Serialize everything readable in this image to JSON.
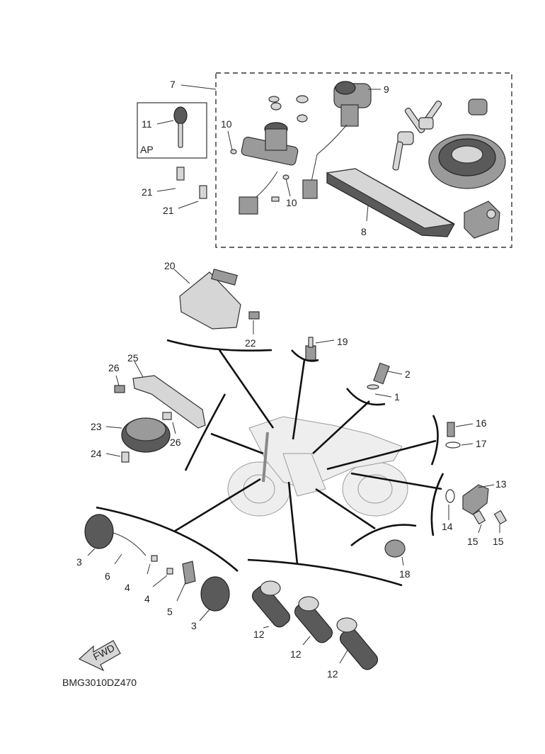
{
  "diagram_code": "BMG3010DZ470",
  "fwd_label": "FWD",
  "ap_label": "AP",
  "callouts": {
    "c1": "1",
    "c2": "2",
    "c3a": "3",
    "c3b": "3",
    "c4a": "4",
    "c4b": "4",
    "c5": "5",
    "c6": "6",
    "c7": "7",
    "c8": "8",
    "c9": "9",
    "c10a": "10",
    "c10b": "10",
    "c11": "11",
    "c12a": "12",
    "c12b": "12",
    "c12c": "12",
    "c13": "13",
    "c14": "14",
    "c15a": "15",
    "c15b": "15",
    "c16": "16",
    "c17": "17",
    "c18": "18",
    "c19": "19",
    "c20": "20",
    "c21a": "21",
    "c21b": "21",
    "c22": "22",
    "c23": "23",
    "c24": "24",
    "c25": "25",
    "c26a": "26",
    "c26b": "26"
  }
}
